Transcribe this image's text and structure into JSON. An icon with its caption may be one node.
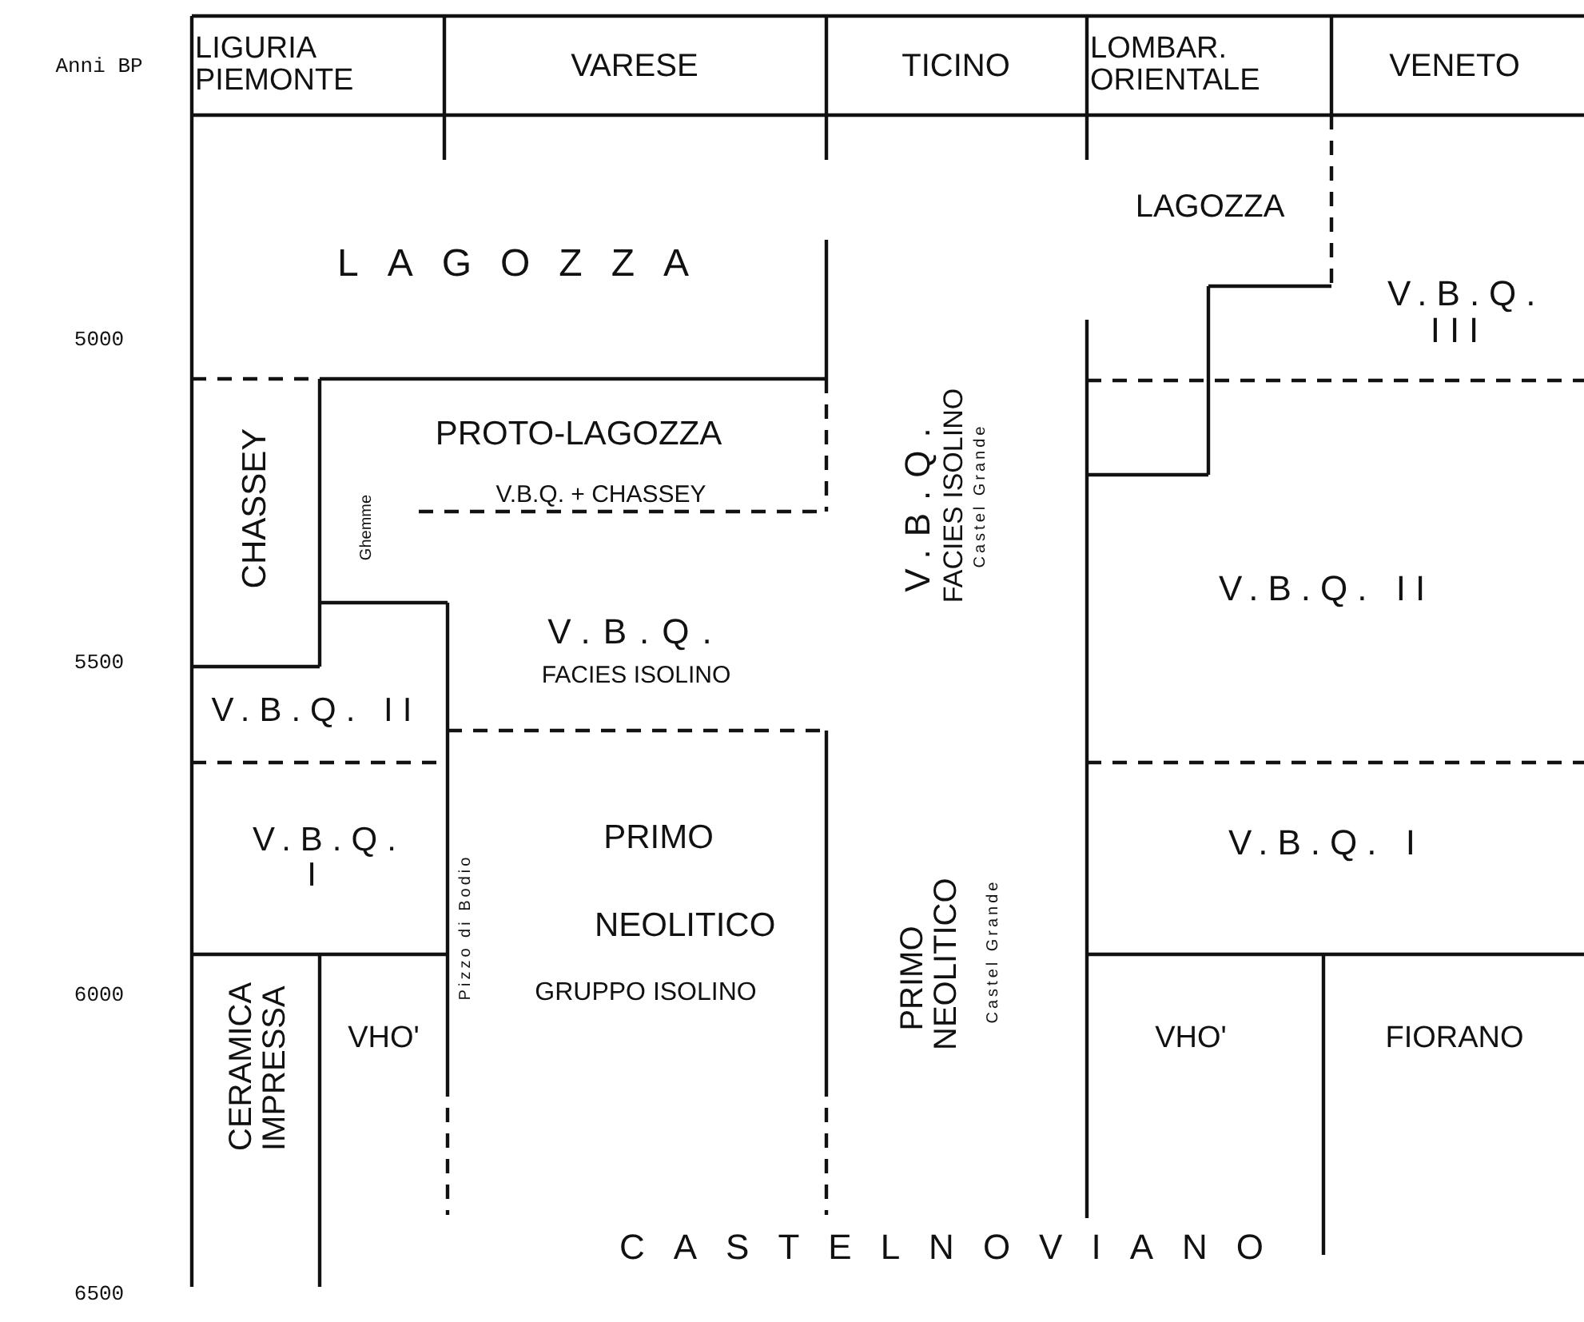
{
  "diagram": {
    "labels": [
      "Anni BP",
      "LIGURIA PIEMONTE",
      "VARESE",
      "TICINO",
      "LOMBAR. ORIENTALE",
      "VENETO",
      "LAGOZZA",
      "LAGOZZA",
      "V.B.Q. III",
      "5000",
      "CHASSEY",
      "PROTO-LAGOZZA",
      "Ghemme",
      "V.B.Q. + CHASSEY",
      "V.B.Q.",
      "FACIES ISOLINO",
      "Castel Grande",
      "V.B.Q. II",
      "5500",
      "V.B.Q.",
      "FACIES ISOLINO",
      "V.B.Q. II",
      "V.B.Q. I",
      "Pizzo di Bodio",
      "PRIMO NEOLITICO",
      "V.B.Q. I",
      "6000",
      "CERAMICA IMPRESSA",
      "VHO'",
      "GRUPPO ISOLINO",
      "PRIMO NEOLITICO",
      "Castel Grande",
      "VHO'",
      "FIORANO",
      "CASTELNOVIANO",
      "6500"
    ]
  }
}
